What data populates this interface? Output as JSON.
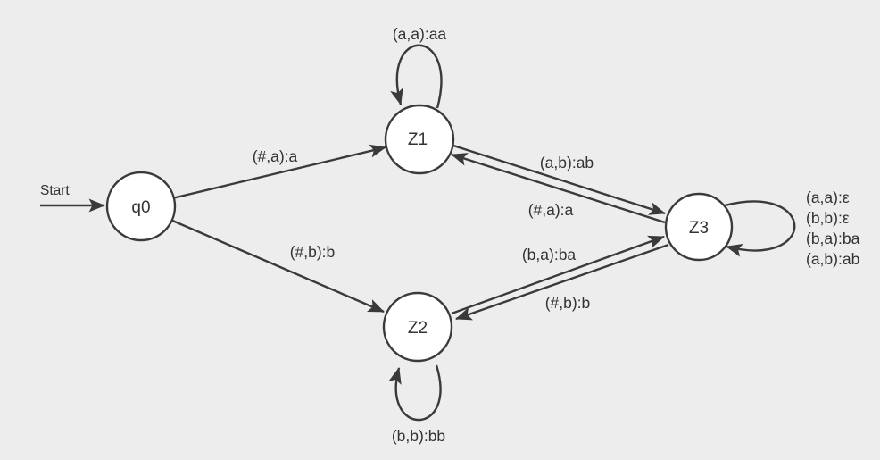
{
  "diagram": {
    "type": "finite-state-transducer",
    "background_color": "#ededed",
    "stroke_color": "#3a3a3a",
    "node_fill_color": "#ffffff",
    "text_color": "#333333",
    "start_label": "Start",
    "states": [
      {
        "id": "q0",
        "label": "q0",
        "is_start": true
      },
      {
        "id": "Z1",
        "label": "Z1",
        "is_start": false
      },
      {
        "id": "Z2",
        "label": "Z2",
        "is_start": false
      },
      {
        "id": "Z3",
        "label": "Z3",
        "is_start": false
      }
    ],
    "transitions": [
      {
        "from": "q0",
        "to": "Z1",
        "label": "(#,a):a"
      },
      {
        "from": "q0",
        "to": "Z2",
        "label": "(#,b):b"
      },
      {
        "from": "Z1",
        "to": "Z1",
        "label": "(a,a):aa"
      },
      {
        "from": "Z1",
        "to": "Z3",
        "label": "(a,b):ab"
      },
      {
        "from": "Z3",
        "to": "Z1",
        "label": "(#,a):a"
      },
      {
        "from": "Z2",
        "to": "Z2",
        "label": "(b,b):bb"
      },
      {
        "from": "Z2",
        "to": "Z3",
        "label": "(b,a):ba"
      },
      {
        "from": "Z3",
        "to": "Z2",
        "label": "(#,b):b"
      },
      {
        "from": "Z3",
        "to": "Z3",
        "labels": [
          "(a,a):ε",
          "(b,b):ε",
          "(b,a):ba",
          "(a,b):ab"
        ]
      }
    ]
  }
}
